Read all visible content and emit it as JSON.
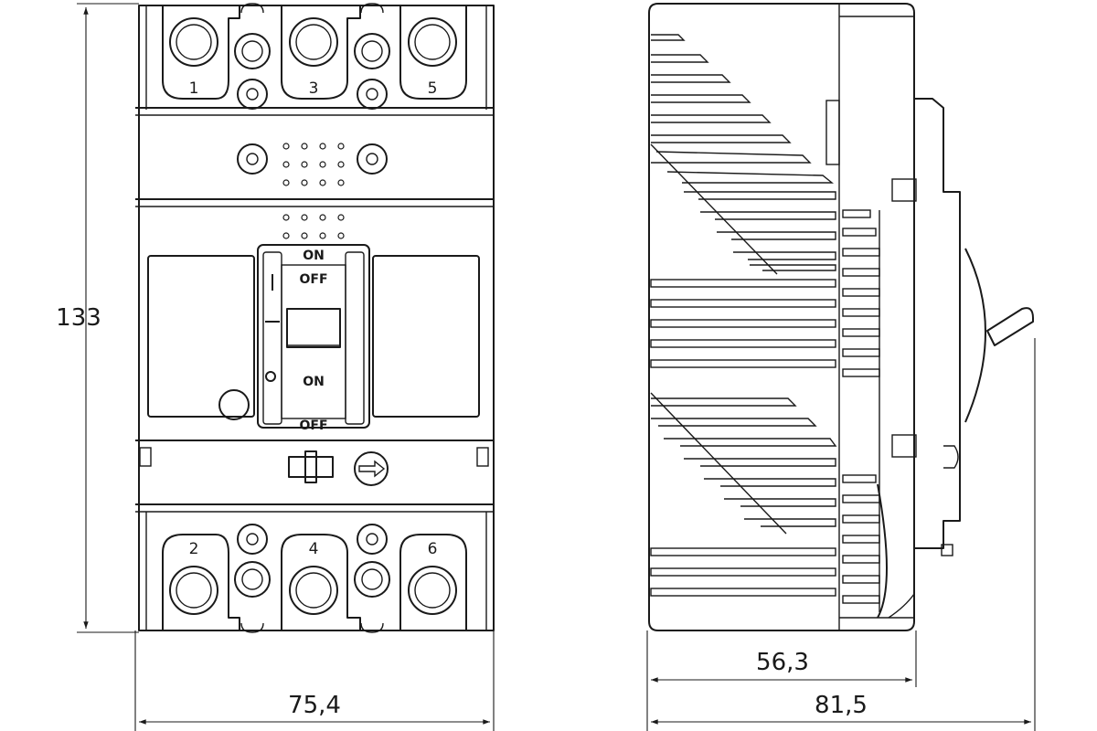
{
  "terminals": {
    "top": [
      "1",
      "3",
      "5"
    ],
    "bottom": [
      "2",
      "4",
      "6"
    ]
  },
  "switch_labels": {
    "on_top": "ON",
    "off_upper": "OFF",
    "on_lower": "ON",
    "off_lower": "OFF"
  },
  "dimensions": {
    "height": "133",
    "width": "75,4",
    "body_depth": "56,3",
    "total_depth": "81,5"
  }
}
